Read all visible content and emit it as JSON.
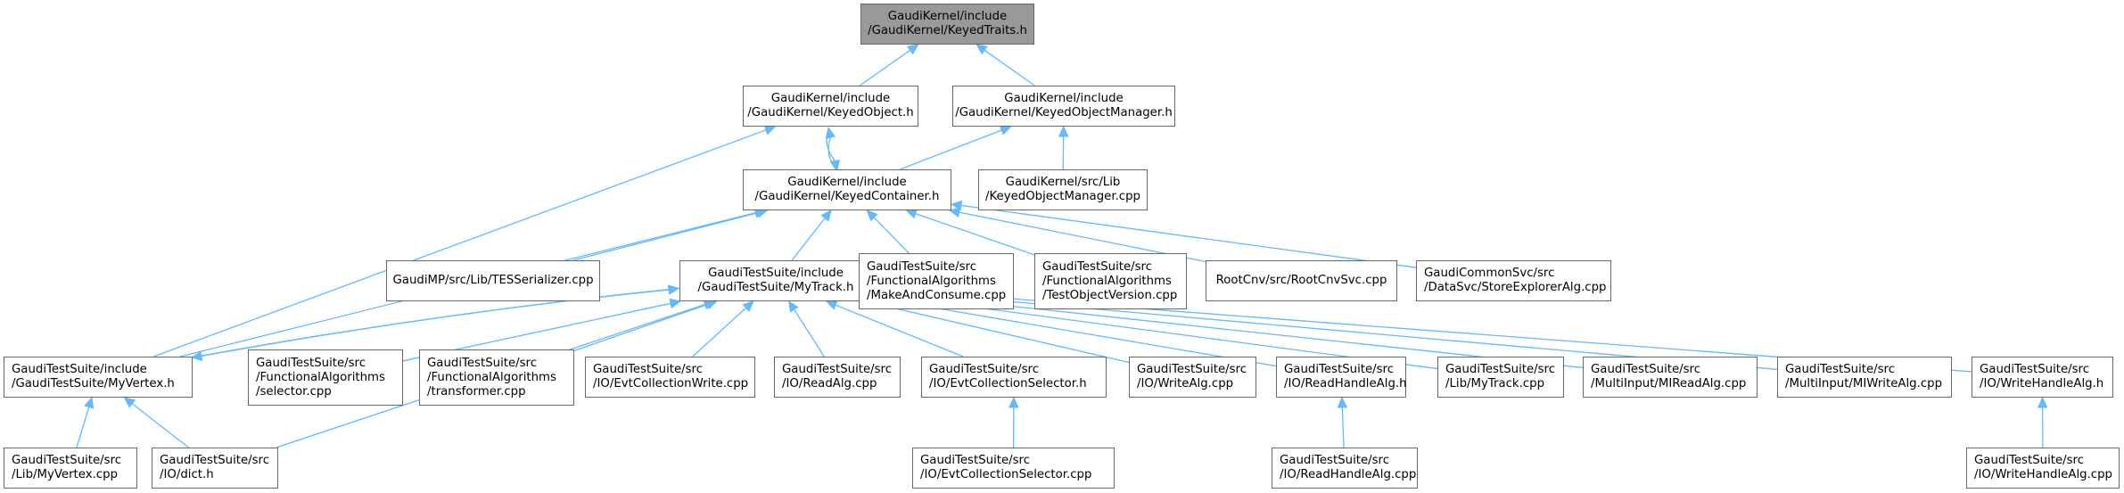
{
  "colors": {
    "edge": "#63b8ff",
    "node_border": "#666666",
    "root_fill": "#999999",
    "node_fill": "#ffffff"
  },
  "nodes": {
    "keyedtraits": [
      "GaudiKernel/include",
      "/GaudiKernel/KeyedTraits.h"
    ],
    "keyedobject": [
      "GaudiKernel/include",
      "/GaudiKernel/KeyedObject.h"
    ],
    "keyedobjectmanager_h": [
      "GaudiKernel/include",
      "/GaudiKernel/KeyedObjectManager.h"
    ],
    "keyedcontainer": [
      "GaudiKernel/include",
      "/GaudiKernel/KeyedContainer.h"
    ],
    "keyedobjectmanager_cpp": [
      "GaudiKernel/src/Lib",
      "/KeyedObjectManager.cpp"
    ],
    "tesserializer": [
      "GaudiMP/src/Lib/TESSerializer.cpp"
    ],
    "mytrack_h": [
      "GaudiTestSuite/include",
      "/GaudiTestSuite/MyTrack.h"
    ],
    "makeandconsume": [
      "GaudiTestSuite/src",
      "/FunctionalAlgorithms",
      "/MakeAndConsume.cpp"
    ],
    "testobjectversion": [
      "GaudiTestSuite/src",
      "/FunctionalAlgorithms",
      "/TestObjectVersion.cpp"
    ],
    "rootcnvsvc": [
      "RootCnv/src/RootCnvSvc.cpp"
    ],
    "storeexploreralg": [
      "GaudiCommonSvc/src",
      "/DataSvc/StoreExplorerAlg.cpp"
    ],
    "myvertex_h": [
      "GaudiTestSuite/include",
      "/GaudiTestSuite/MyVertex.h"
    ],
    "selector": [
      "GaudiTestSuite/src",
      "/FunctionalAlgorithms",
      "/selector.cpp"
    ],
    "transformer": [
      "GaudiTestSuite/src",
      "/FunctionalAlgorithms",
      "/transformer.cpp"
    ],
    "evtcollectionwrite": [
      "GaudiTestSuite/src",
      "/IO/EvtCollectionWrite.cpp"
    ],
    "readalg": [
      "GaudiTestSuite/src",
      "/IO/ReadAlg.cpp"
    ],
    "evtcollectionselector_h": [
      "GaudiTestSuite/src",
      "/IO/EvtCollectionSelector.h"
    ],
    "writealg": [
      "GaudiTestSuite/src",
      "/IO/WriteAlg.cpp"
    ],
    "readhandlealg_h": [
      "GaudiTestSuite/src",
      "/IO/ReadHandleAlg.h"
    ],
    "mytrack_cpp": [
      "GaudiTestSuite/src",
      "/Lib/MyTrack.cpp"
    ],
    "mireadalg": [
      "GaudiTestSuite/src",
      "/MultiInput/MIReadAlg.cpp"
    ],
    "miwritealg": [
      "GaudiTestSuite/src",
      "/MultiInput/MIWriteAlg.cpp"
    ],
    "writehandlealg_h": [
      "GaudiTestSuite/src",
      "/IO/WriteHandleAlg.h"
    ],
    "myvertex_cpp": [
      "GaudiTestSuite/src",
      "/Lib/MyVertex.cpp"
    ],
    "dict": [
      "GaudiTestSuite/src",
      "/IO/dict.h"
    ],
    "evtcollectionselector_cpp": [
      "GaudiTestSuite/src",
      "/IO/EvtCollectionSelector.cpp"
    ],
    "readhandlealg_cpp": [
      "GaudiTestSuite/src",
      "/IO/ReadHandleAlg.cpp"
    ],
    "writehandlealg_cpp": [
      "GaudiTestSuite/src",
      "/IO/WriteHandleAlg.cpp"
    ]
  },
  "edges": [
    [
      "keyedobject",
      "keyedtraits"
    ],
    [
      "keyedobjectmanager_h",
      "keyedtraits"
    ],
    [
      "keyedcontainer",
      "keyedobject"
    ],
    [
      "keyedobject",
      "keyedcontainer"
    ],
    [
      "myvertex_h",
      "keyedobject"
    ],
    [
      "keyedcontainer",
      "keyedobjectmanager_h"
    ],
    [
      "keyedobjectmanager_cpp",
      "keyedobjectmanager_h"
    ],
    [
      "tesserializer",
      "keyedcontainer"
    ],
    [
      "mytrack_h",
      "keyedcontainer"
    ],
    [
      "makeandconsume",
      "keyedcontainer"
    ],
    [
      "testobjectversion",
      "keyedcontainer"
    ],
    [
      "rootcnvsvc",
      "keyedcontainer"
    ],
    [
      "storeexploreralg",
      "keyedcontainer"
    ],
    [
      "myvertex_h",
      "keyedcontainer"
    ],
    [
      "myvertex_h",
      "mytrack_h"
    ],
    [
      "mytrack_h",
      "myvertex_h"
    ],
    [
      "selector",
      "mytrack_h"
    ],
    [
      "transformer",
      "mytrack_h"
    ],
    [
      "evtcollectionwrite",
      "mytrack_h"
    ],
    [
      "readalg",
      "mytrack_h"
    ],
    [
      "evtcollectionselector_h",
      "mytrack_h"
    ],
    [
      "writealg",
      "mytrack_h"
    ],
    [
      "readhandlealg_h",
      "mytrack_h"
    ],
    [
      "mytrack_cpp",
      "mytrack_h"
    ],
    [
      "mireadalg",
      "mytrack_h"
    ],
    [
      "miwritealg",
      "mytrack_h"
    ],
    [
      "writehandlealg_h",
      "mytrack_h"
    ],
    [
      "dict",
      "mytrack_h"
    ],
    [
      "myvertex_cpp",
      "myvertex_h"
    ],
    [
      "dict",
      "myvertex_h"
    ],
    [
      "evtcollectionselector_cpp",
      "evtcollectionselector_h"
    ],
    [
      "readhandlealg_cpp",
      "readhandlealg_h"
    ],
    [
      "writehandlealg_cpp",
      "writehandlealg_h"
    ]
  ]
}
